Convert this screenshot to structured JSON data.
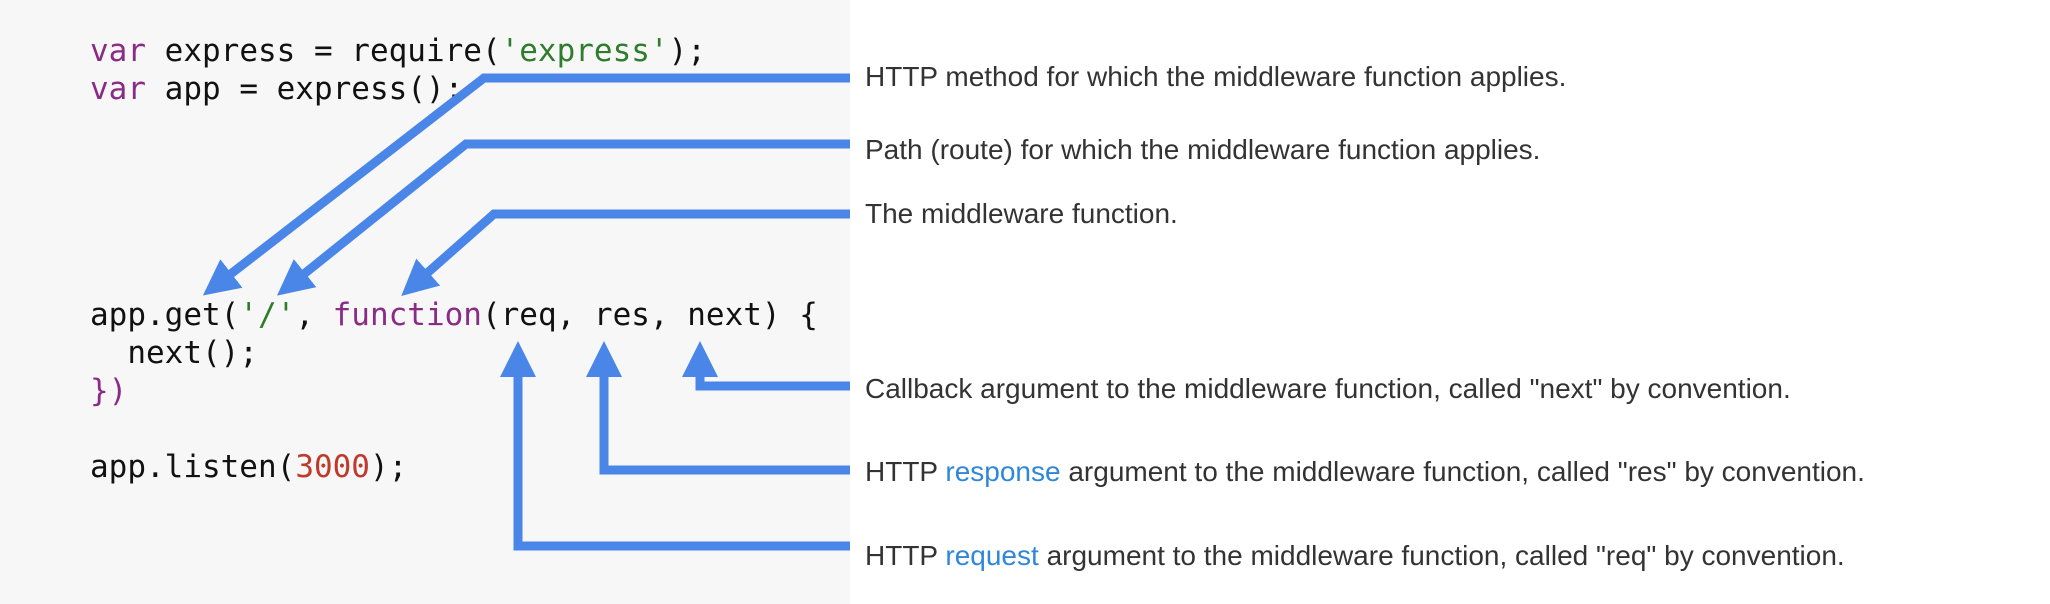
{
  "code": {
    "line1": {
      "kw": "var",
      "text1": " express = require(",
      "str": "'express'",
      "text2": ");"
    },
    "line2": {
      "kw": "var",
      "text1": " app = express();"
    },
    "line3": {
      "text1": "app.get(",
      "str": "'/'",
      "text2": ", ",
      "kw": "function",
      "text3": "(req, res, next) {"
    },
    "line4": {
      "text1": "  next();"
    },
    "line5": {
      "text1": "})"
    },
    "line6": {
      "text1": "app.listen(",
      "num": "3000",
      "text2": ");"
    }
  },
  "annotations": [
    {
      "text": "HTTP method for which the middleware function applies."
    },
    {
      "text": "Path (route) for which the middleware function applies."
    },
    {
      "text": "The middleware function."
    },
    {
      "text": "Callback argument to the middleware function, called \"next\" by convention."
    },
    {
      "prefix": "HTTP ",
      "link": "response",
      "suffix": " argument to the middleware function, called \"res\" by convention."
    },
    {
      "prefix": "HTTP ",
      "link": "request",
      "suffix": " argument to the middleware function, called \"req\" by convention."
    }
  ],
  "colors": {
    "arrow": "#4a86e8",
    "link": "#2f87d8",
    "keyword": "#8a2b86",
    "string": "#2d7d2d",
    "number": "#c0392b"
  }
}
